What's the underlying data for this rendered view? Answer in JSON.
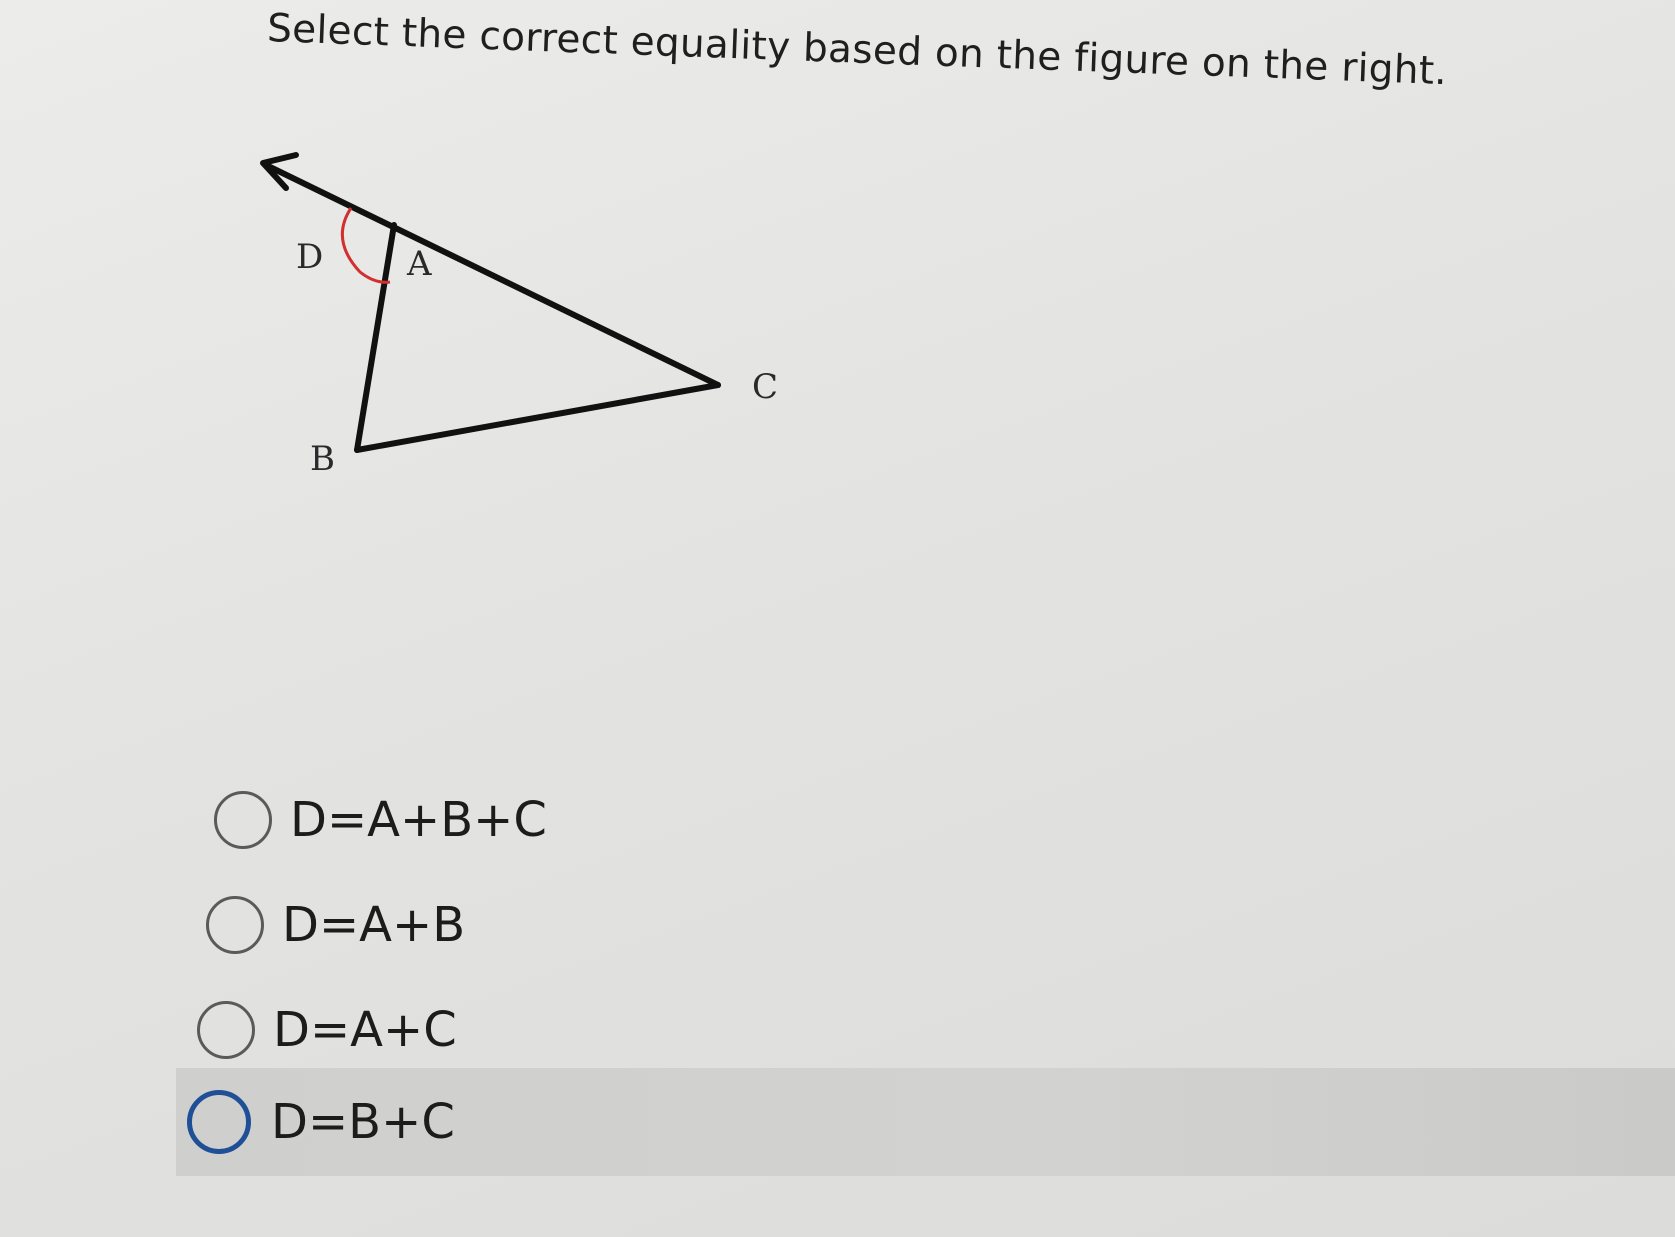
{
  "question": {
    "text": "Select the correct equality based on the figure on the right."
  },
  "figure": {
    "labels": {
      "d": "D",
      "a": "A",
      "b": "B",
      "c": "C"
    },
    "colors": {
      "lines": "#111111",
      "angle_arc": "#d23030"
    }
  },
  "options": [
    {
      "label": "D=A+B+C",
      "selected": false,
      "focused": false
    },
    {
      "label": "D=A+B",
      "selected": false,
      "focused": false
    },
    {
      "label": "D=A+C",
      "selected": false,
      "focused": false
    },
    {
      "label": "D=B+C",
      "selected": false,
      "focused": true
    }
  ],
  "colors": {
    "focus_ring": "#1f4f96",
    "focus_row_background": "#d0d0ce"
  }
}
